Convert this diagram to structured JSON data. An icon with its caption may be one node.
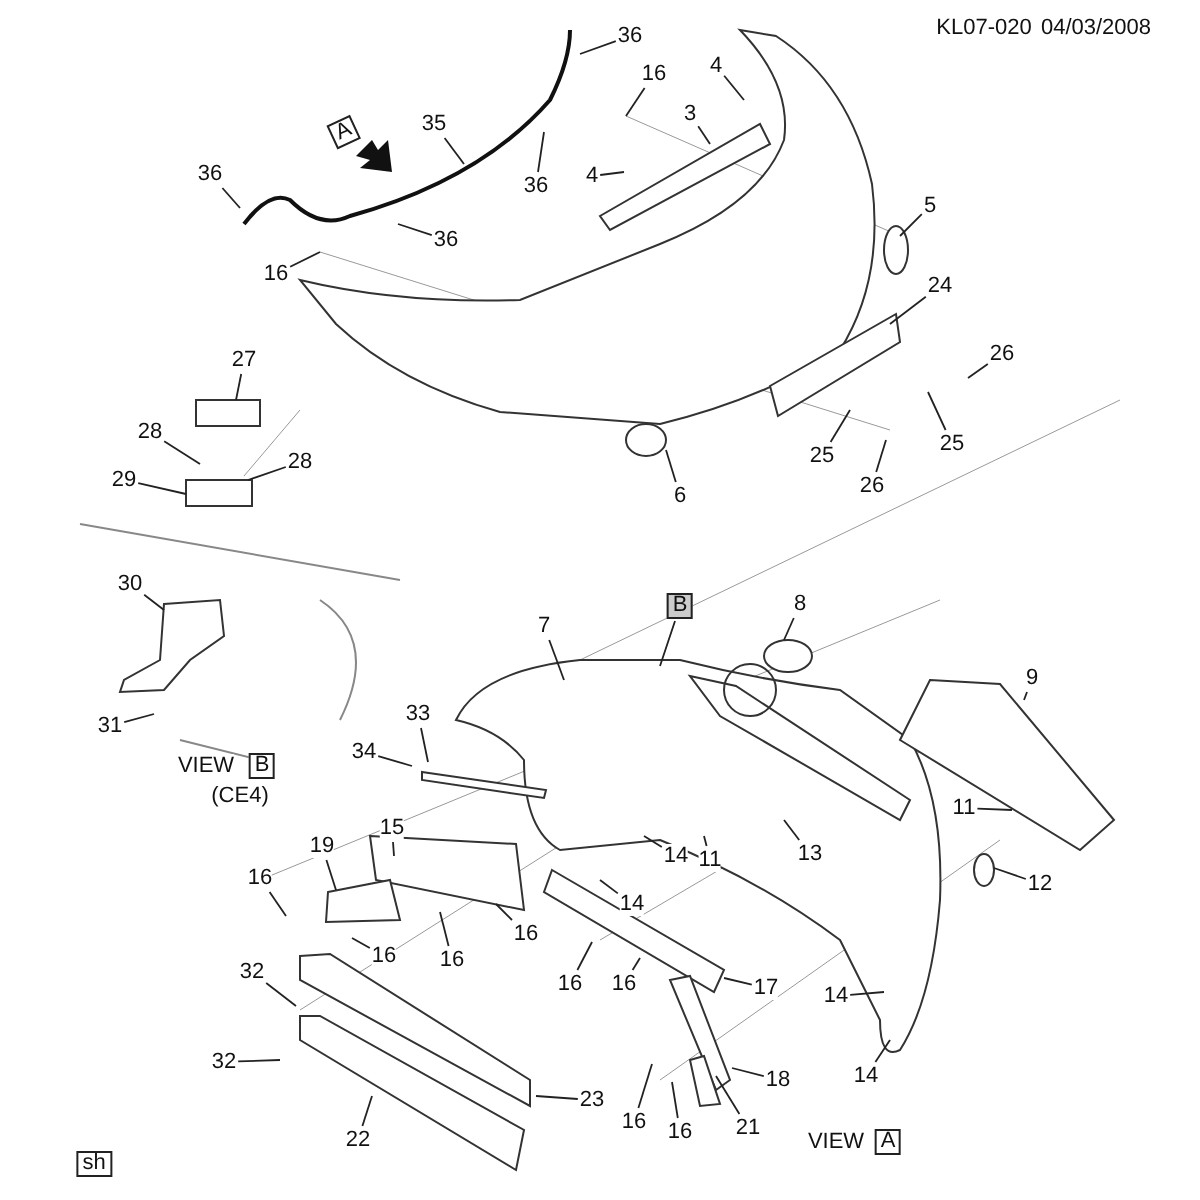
{
  "diagram": {
    "nodes": [
      {
        "text": [
          "36"
        ]
      },
      {
        "text": [
          "16"
        ]
      },
      {
        "text": [
          "4"
        ]
      },
      {
        "text": [
          "35"
        ]
      },
      {
        "text": [
          "3"
        ]
      },
      {
        "text": [
          "36"
        ]
      },
      {
        "text": [
          "4"
        ]
      },
      {
        "text": [
          "36"
        ]
      },
      {
        "text": [
          "36"
        ]
      },
      {
        "text": [
          "16"
        ]
      },
      {
        "text": [
          "5"
        ]
      },
      {
        "text": [
          "24"
        ]
      },
      {
        "text": [
          "26"
        ]
      },
      {
        "text": [
          "25"
        ]
      },
      {
        "text": [
          "25"
        ]
      },
      {
        "text": [
          "26"
        ]
      },
      {
        "text": [
          "6"
        ]
      },
      {
        "text": [
          "27"
        ]
      },
      {
        "text": [
          "28"
        ]
      },
      {
        "text": [
          "28"
        ]
      },
      {
        "text": [
          "29"
        ]
      },
      {
        "text": [
          "B"
        ]
      },
      {
        "text": [
          "8"
        ]
      },
      {
        "text": [
          "7"
        ]
      },
      {
        "text": [
          "30"
        ]
      },
      {
        "text": [
          "9"
        ]
      },
      {
        "text": [
          "33"
        ]
      },
      {
        "text": [
          "34"
        ]
      },
      {
        "text": [
          "31"
        ]
      },
      {
        "text": [
          "11"
        ]
      },
      {
        "text": [
          "15"
        ]
      },
      {
        "text": [
          "19"
        ]
      },
      {
        "text": [
          "13"
        ]
      },
      {
        "text": [
          "11"
        ]
      },
      {
        "text": [
          "14"
        ]
      },
      {
        "text": [
          "12"
        ]
      },
      {
        "text": [
          "16"
        ]
      },
      {
        "text": [
          "14"
        ]
      },
      {
        "text": [
          "16"
        ]
      },
      {
        "text": [
          "16"
        ]
      },
      {
        "text": [
          "16"
        ]
      },
      {
        "text": [
          "16"
        ]
      },
      {
        "text": [
          "16"
        ]
      },
      {
        "text": [
          "17"
        ]
      },
      {
        "text": [
          "14"
        ]
      },
      {
        "text": [
          "32"
        ]
      },
      {
        "text": [
          "14"
        ]
      },
      {
        "text": [
          "32"
        ]
      },
      {
        "text": [
          "23"
        ]
      },
      {
        "text": [
          "18"
        ]
      },
      {
        "text": [
          "16"
        ]
      },
      {
        "text": [
          "16"
        ]
      },
      {
        "text": [
          "21"
        ]
      },
      {
        "text": [
          "22"
        ]
      }
    ],
    "edges": [
      {
        "from": 0,
        "to": null,
        "arrow": "none"
      },
      {
        "from": 1,
        "to": null,
        "arrow": "none"
      },
      {
        "from": 2,
        "to": null,
        "arrow": "none"
      },
      {
        "from": 3,
        "to": null,
        "arrow": "none"
      },
      {
        "from": 4,
        "to": null,
        "arrow": "none"
      },
      {
        "from": 5,
        "to": null,
        "arrow": "none"
      },
      {
        "from": 6,
        "to": null,
        "arrow": "none"
      },
      {
        "from": 7,
        "to": null,
        "arrow": "none"
      },
      {
        "from": 8,
        "to": null,
        "arrow": "none"
      },
      {
        "from": 9,
        "to": null,
        "arrow": "none"
      },
      {
        "from": 10,
        "to": null,
        "arrow": "none"
      },
      {
        "from": 11,
        "to": null,
        "arrow": "none"
      },
      {
        "from": 12,
        "to": null,
        "arrow": "none"
      },
      {
        "from": 13,
        "to": null,
        "arrow": "none"
      },
      {
        "from": 14,
        "to": null,
        "arrow": "none"
      },
      {
        "from": 15,
        "to": null,
        "arrow": "none"
      },
      {
        "from": 16,
        "to": null,
        "arrow": "none"
      },
      {
        "from": 17,
        "to": null,
        "arrow": "none"
      },
      {
        "from": 18,
        "to": null,
        "arrow": "none"
      },
      {
        "from": 19,
        "to": null,
        "arrow": "none"
      },
      {
        "from": 20,
        "to": null,
        "arrow": "none"
      },
      {
        "from": 21,
        "to": null,
        "arrow": "none"
      },
      {
        "from": 22,
        "to": null,
        "arrow": "none"
      },
      {
        "from": 23,
        "to": null,
        "arrow": "none"
      },
      {
        "from": 24,
        "to": null,
        "arrow": "none"
      },
      {
        "from": 25,
        "to": null,
        "arrow": "none"
      },
      {
        "from": 26,
        "to": null,
        "arrow": "none"
      },
      {
        "from": 27,
        "to": null,
        "arrow": "none"
      },
      {
        "from": 28,
        "to": null,
        "arrow": "none"
      },
      {
        "from": 29,
        "to": null,
        "arrow": "none"
      },
      {
        "from": 30,
        "to": null,
        "arrow": "none"
      },
      {
        "from": 31,
        "to": null,
        "arrow": "none"
      },
      {
        "from": 32,
        "to": null,
        "arrow": "none"
      },
      {
        "from": 33,
        "to": null,
        "arrow": "none"
      },
      {
        "from": 34,
        "to": null,
        "arrow": "none"
      },
      {
        "from": 35,
        "to": null,
        "arrow": "none"
      },
      {
        "from": 36,
        "to": null,
        "arrow": "none"
      },
      {
        "from": 37,
        "to": null,
        "arrow": "none"
      },
      {
        "from": 38,
        "to": null,
        "arrow": "none"
      },
      {
        "from": 39,
        "to": null,
        "arrow": "none"
      },
      {
        "from": 40,
        "to": null,
        "arrow": "none"
      },
      {
        "from": 41,
        "to": null,
        "arrow": "none"
      },
      {
        "from": 42,
        "to": null,
        "arrow": "none"
      },
      {
        "from": 43,
        "to": null,
        "arrow": "none"
      },
      {
        "from": 44,
        "to": null,
        "arrow": "none"
      },
      {
        "from": 45,
        "to": null,
        "arrow": "none"
      },
      {
        "from": 46,
        "to": null,
        "arrow": "none"
      },
      {
        "from": 47,
        "to": null,
        "arrow": "none"
      },
      {
        "from": 48,
        "to": null,
        "arrow": "none"
      },
      {
        "from": 49,
        "to": null,
        "arrow": "none"
      },
      {
        "from": 50,
        "to": null,
        "arrow": "none"
      },
      {
        "from": 51,
        "to": null,
        "arrow": "none"
      },
      {
        "from": 52,
        "to": null,
        "arrow": "none"
      },
      {
        "from": 53,
        "to": null,
        "arrow": "none"
      }
    ],
    "labels": [
      "KL07-020",
      "04/03/2008",
      "A",
      "VIEW",
      "B",
      "(CE4)",
      "VIEW",
      "A",
      "sh"
    ]
  }
}
